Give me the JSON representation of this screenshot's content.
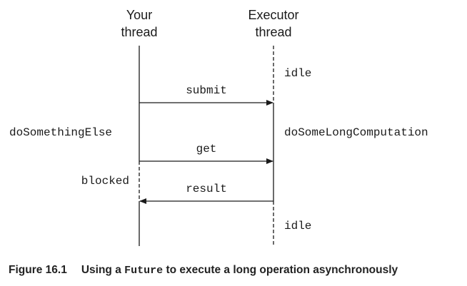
{
  "lanes": {
    "left": {
      "label_line1": "Your",
      "label_line2": "thread"
    },
    "right": {
      "label_line1": "Executor",
      "label_line2": "thread"
    }
  },
  "messages": {
    "submit": "submit",
    "get": "get",
    "result": "result"
  },
  "states": {
    "left_active": "doSomethingElse",
    "left_blocked": "blocked",
    "right_idle_top": "idle",
    "right_active": "doSomeLongComputation",
    "right_idle_bottom": "idle"
  },
  "caption": {
    "figure_number": "Figure 16.1",
    "text_before": "Using a ",
    "code": "Future",
    "text_after": " to execute a long operation asynchronously"
  },
  "colors": {
    "line": "#1a1a1a",
    "text": "#1a1a1a"
  }
}
